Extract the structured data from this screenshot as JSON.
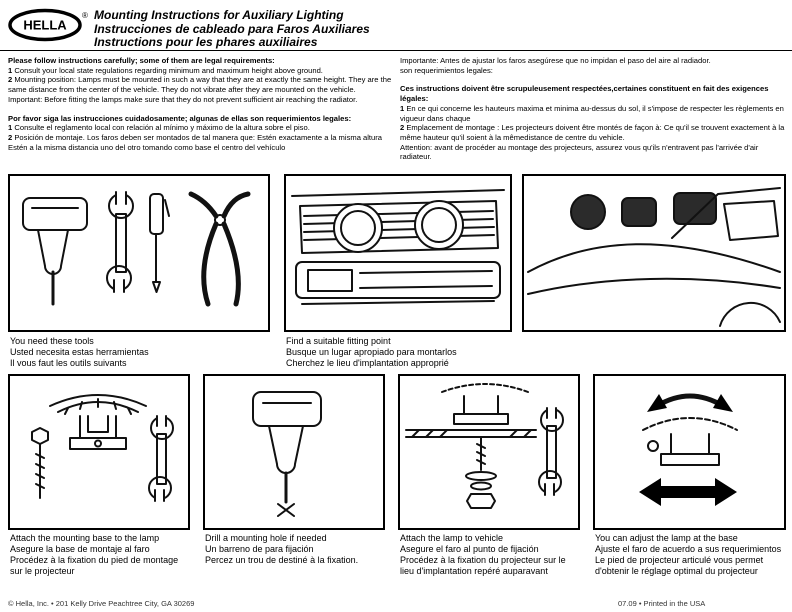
{
  "logo": {
    "text": "HELLA",
    "registered": "®"
  },
  "header": {
    "title_en": "Mounting Instructions for Auxiliary Lighting",
    "title_es": "Instrucciones de cableado para Faros Auxiliares",
    "title_fr": "Instructions pour les phares auxiliaires"
  },
  "instructions_left": {
    "en_heading": "Please follow instructions carefully; some of them are legal requirements:",
    "en_item1_num": "1",
    "en_item1": "Consult your local state regulations regarding minimum and maximum height above ground.",
    "en_item2_num": "2",
    "en_item2": "Mounting position: Lamps must be mounted in such a way that they are at exactly the same height. They are the same distance from the center of the vehicle. They do not vibrate after they are mounted on the vehicle.",
    "en_important": "Important: Before fitting the lamps make sure that they do not prevent sufficient air reaching the radiator.",
    "es_heading": "Por favor siga las instrucciones cuidadosamente; algunas de ellas son requerimientos legales:",
    "es_item1_num": "1",
    "es_item1": "Consulte el reglamento local con relación al mínimo y máximo de la altura sobre el piso.",
    "es_item2_num": "2",
    "es_item2": "Posición de montaje. Los faros deben ser montados de tal manera que: Estén exactamente a la misma altura Estén a la misma distancia uno del otro tomando como base el centro del vehículo"
  },
  "instructions_right": {
    "es_important": "Importante: Antes de ajustar los faros asegúrese que no impidan el paso del aire al radiador.",
    "es_cont": "son requerimientos legales:",
    "fr_heading": "Ces instructions doivent être scrupuleusement respectées,certaines constituent en fait des exigences légales:",
    "fr_item1_num": "1",
    "fr_item1": "En ce qui concerne les hauteurs maxima et minima au-dessus du sol, il s'impose de respecter les règlements en vigueur dans chaque",
    "fr_item2_num": "2",
    "fr_item2": "Emplacement de montage : Les projecteurs doivent être montés de façon à: Ce qu'il se trouvent exactement à la même hauteur qu'il soient à la mêmedistance de centre du vehicle.",
    "fr_attention": "Attention: avant de procéder au montage des projecteurs, assurez vous qu'ils n'entravent pas l'arrivée d'air radiateur."
  },
  "captions": {
    "tools": {
      "en": "You need these tools",
      "es": "Usted necesita estas herramientas",
      "fr": "Il vous faut les outils suivants"
    },
    "fitting": {
      "en": "Find a suitable fitting point",
      "es": "Busque un lugar apropiado para montarlos",
      "fr": "Cherchez le lieu d'implantation approprié"
    },
    "attach_base": {
      "en": "Attach the mounting base to the lamp",
      "es": "Asegure la base de montaje al faro",
      "fr": "Procédez à la fixation du pied de montage sur le projecteur"
    },
    "drill": {
      "en": "Drill a mounting hole if needed",
      "es": "Un barreno de para fijación",
      "fr": "Percez un trou de destiné à la fixation."
    },
    "attach_lamp": {
      "en": "Attach the lamp to vehicle",
      "es": "Asegure el faro al punto de fijación",
      "fr": "Procédez à la fixation du projecteur sur le lieu d'implantation repéré auparavant"
    },
    "adjust": {
      "en": "You can adjust the lamp at the base",
      "es": "Ajuste el faro de acuerdo a sus requerimientos",
      "fr": "Le pied de projecteur articulé vous permet d'obtenir le réglage optimal du projecteur"
    }
  },
  "footer": {
    "left": "© Hella, Inc. • 201 Kelly Drive Peachtree City, GA 30269",
    "right": "07.09 • Printed in the USA"
  }
}
